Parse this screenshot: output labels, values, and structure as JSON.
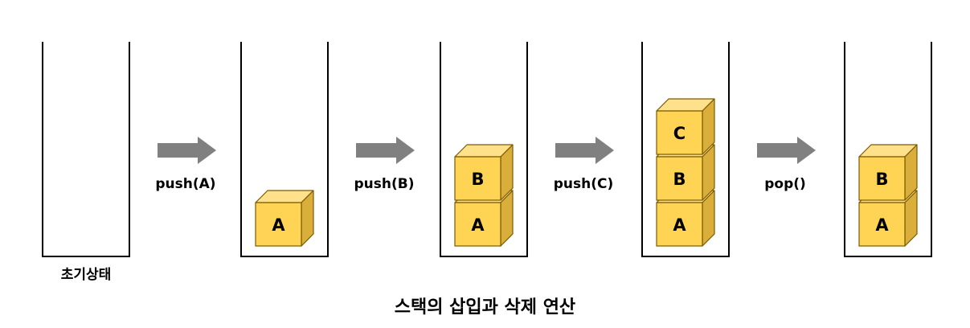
{
  "title": "스택의 삽입과 삭제 연산",
  "states": [
    {
      "name": "initial",
      "label": "초기상태",
      "blocks": []
    },
    {
      "name": "after-push-a",
      "label": "",
      "blocks": [
        "A"
      ]
    },
    {
      "name": "after-push-b",
      "label": "",
      "blocks": [
        "A",
        "B"
      ]
    },
    {
      "name": "after-push-c",
      "label": "",
      "blocks": [
        "A",
        "B",
        "C"
      ]
    },
    {
      "name": "after-pop",
      "label": "",
      "blocks": [
        "A",
        "B"
      ]
    }
  ],
  "operations": [
    {
      "name": "push-a",
      "label": "push(A)"
    },
    {
      "name": "push-b",
      "label": "push(B)"
    },
    {
      "name": "push-c",
      "label": "push(C)"
    },
    {
      "name": "pop",
      "label": "pop()"
    }
  ],
  "colors": {
    "block_front": "#FFD455",
    "block_top": "#FFE18C",
    "block_side": "#D9AE3A",
    "block_edge": "#7A5A00",
    "arrow": "#808080",
    "container": "#000000"
  }
}
